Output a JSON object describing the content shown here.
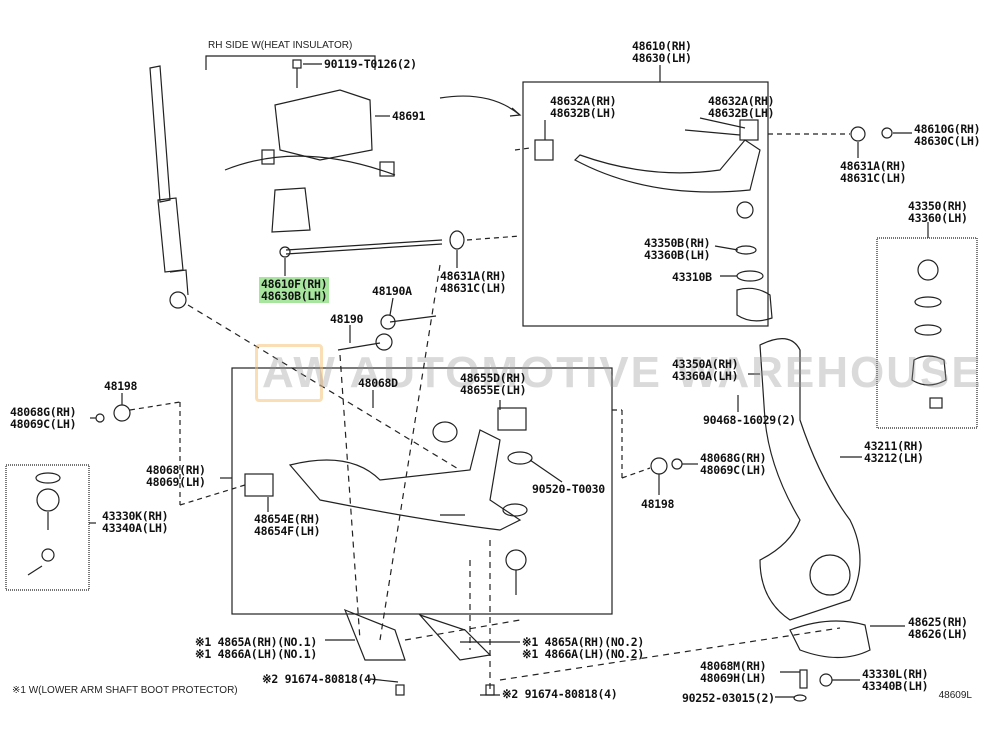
{
  "diagram": {
    "title_note": "RH SIDE W(HEAT INSULATOR)",
    "footnote": "※1 W(LOWER ARM SHAFT BOOT PROTECTOR)",
    "diagram_code": "48609L",
    "watermark": "AW  AUTOMOTIVE WAREHOUSE",
    "highlight_color": "#a8e6a0",
    "labels": {
      "p90119": [
        "90119-T0126(2)"
      ],
      "p48691": [
        "48691"
      ],
      "p48610": [
        "48610(RH)",
        "48630(LH)"
      ],
      "p48632a_l": [
        "48632A(RH)",
        "48632B(LH)"
      ],
      "p48632a_r": [
        "48632A(RH)",
        "48632B(LH)"
      ],
      "p48610g": [
        "48610G(RH)",
        "48630C(LH)"
      ],
      "p48631a_r": [
        "48631A(RH)",
        "48631C(LH)"
      ],
      "p43350": [
        "43350(RH)",
        "43360(LH)"
      ],
      "p43350b": [
        "43350B(RH)",
        "43360B(LH)"
      ],
      "p43310b": [
        "43310B"
      ],
      "p48610f": [
        "48610F(RH)",
        "48630B(LH)"
      ],
      "p48631a_c": [
        "48631A(RH)",
        "48631C(LH)"
      ],
      "p48190a": [
        "48190A"
      ],
      "p48190": [
        "48190"
      ],
      "p48198_l": [
        "48198"
      ],
      "p48068g_l": [
        "48068G(RH)",
        "48069C(LH)"
      ],
      "p48068": [
        "48068(RH)",
        "48069(LH)"
      ],
      "p43330k": [
        "43330K(RH)",
        "43340A(LH)"
      ],
      "p48068d": [
        "48068D"
      ],
      "p48655d": [
        "48655D(RH)",
        "48655E(LH)"
      ],
      "p48654e": [
        "48654E(RH)",
        "48654F(LH)"
      ],
      "p90520": [
        "90520-T0030"
      ],
      "p43350a": [
        "43350A(RH)",
        "43360A(LH)"
      ],
      "p90468": [
        "90468-16029(2)"
      ],
      "p48068g_r": [
        "48068G(RH)",
        "48069C(LH)"
      ],
      "p48198_r": [
        "48198"
      ],
      "p43211": [
        "43211(RH)",
        "43212(LH)"
      ],
      "p4865a_1": [
        "※1 4865A(RH)(NO.1)",
        "※1 4866A(LH)(NO.1)"
      ],
      "p4865a_2": [
        "※1 4865A(RH)(NO.2)",
        "※1 4866A(LH)(NO.2)"
      ],
      "p91674_l": [
        "※2 91674-80818(4)"
      ],
      "p91674_r": [
        "※2 91674-80818(4)"
      ],
      "p48625": [
        "48625(RH)",
        "48626(LH)"
      ],
      "p48068m": [
        "48068M(RH)",
        "48069H(LH)"
      ],
      "p43330l": [
        "43330L(RH)",
        "43340B(LH)"
      ],
      "p90252": [
        "90252-03015(2)"
      ]
    }
  }
}
